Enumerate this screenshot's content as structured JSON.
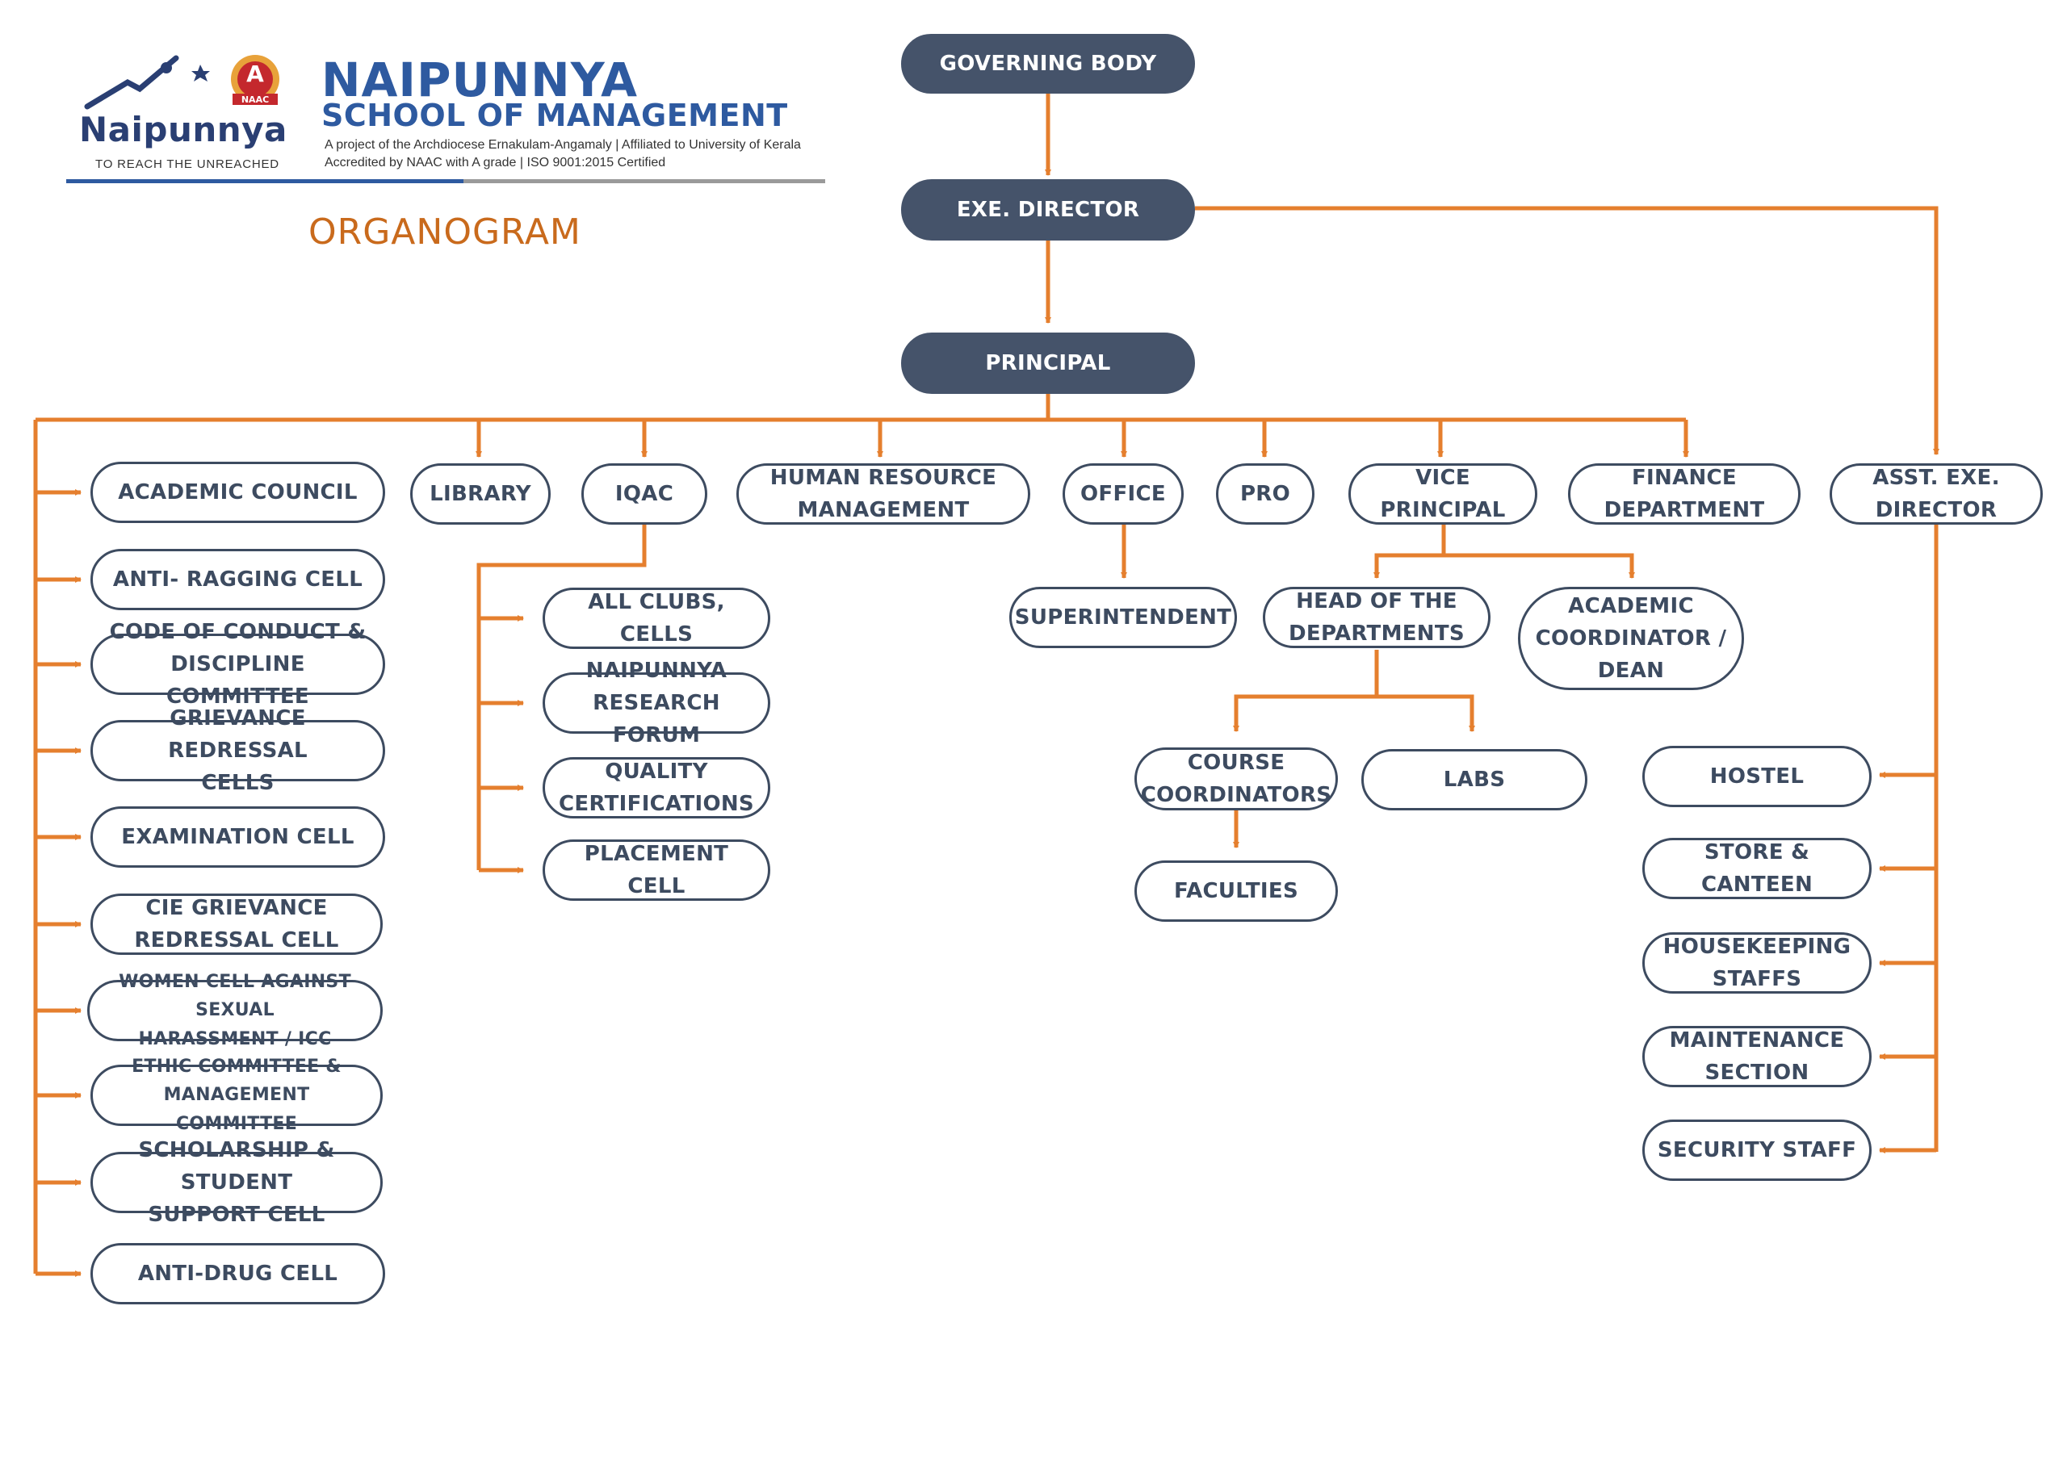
{
  "header": {
    "logo_word": "Naipunnya",
    "logo_tagline": "TO REACH THE UNREACHED",
    "badge_grade": "A",
    "badge_label": "NAAC",
    "institution": "NAIPUNNYA",
    "school": "SCHOOL OF MANAGEMENT",
    "line1": "A project of the Archdiocese Ernakulam-Angamaly | Affiliated to University of Kerala",
    "line2": "Accredited by NAAC with A grade | ISO 9001:2015 Certified",
    "heading": "ORGANOGRAM"
  },
  "colors": {
    "node_border": "#3d4b60",
    "node_fill_dark": "#45536a",
    "connector": "#e57f2e",
    "brand_blue": "#2e5aa0",
    "heading": "#c96a1c"
  },
  "nodes": {
    "governing_body": "GOVERNING BODY",
    "exe_director": "EXE. DIRECTOR",
    "principal": "PRINCIPAL",
    "academic_council": "ACADEMIC COUNCIL",
    "anti_ragging": "ANTI- RAGGING CELL",
    "code_of_conduct": "CODE OF CONDUCT &\nDISCIPLINE COMMITTEE",
    "grievance_redressal": "GRIEVANCE REDRESSAL\nCELLS",
    "examination_cell": "EXAMINATION CELL",
    "cie_grievance": "CIE GRIEVANCE\nREDRESSAL CELL",
    "women_cell": "WOMEN CELL AGAINST SEXUAL\nHARASSMENT / ICC",
    "ethic_committee": "ETHIC COMMITTEE &\nMANAGEMENT COMMITTEE",
    "scholarship": "SCHOLARSHIP & STUDENT\nSUPPORT CELL",
    "anti_drug": "ANTI-DRUG CELL",
    "library": "LIBRARY",
    "iqac": "IQAC",
    "all_clubs": "ALL CLUBS, CELLS",
    "research_forum": "NAIPUNNYA\nRESEARCH FORUM",
    "quality_cert": "QUALITY\nCERTIFICATIONS",
    "placement_cell": "PLACEMENT CELL",
    "hr_management": "HUMAN RESOURCE\nMANAGEMENT",
    "office": "OFFICE",
    "superintendent": "SUPERINTENDENT",
    "pro": "PRO",
    "vice_principal": "VICE PRINCIPAL",
    "head_departments": "HEAD OF THE\nDEPARTMENTS",
    "academic_coordinator": "ACADEMIC\nCOORDINATOR /\nDEAN",
    "course_coordinators": "COURSE\nCOORDINATORS",
    "faculties": "FACULTIES",
    "labs": "LABS",
    "finance": "FINANCE\nDEPARTMENT",
    "asst_exe_director": "ASST. EXE.\nDIRECTOR",
    "hostel": "HOSTEL",
    "store_canteen": "STORE & CANTEEN",
    "housekeeping": "HOUSEKEEPING\nSTAFFS",
    "maintenance": "MAINTENANCE\nSECTION",
    "security": "SECURITY STAFF"
  }
}
